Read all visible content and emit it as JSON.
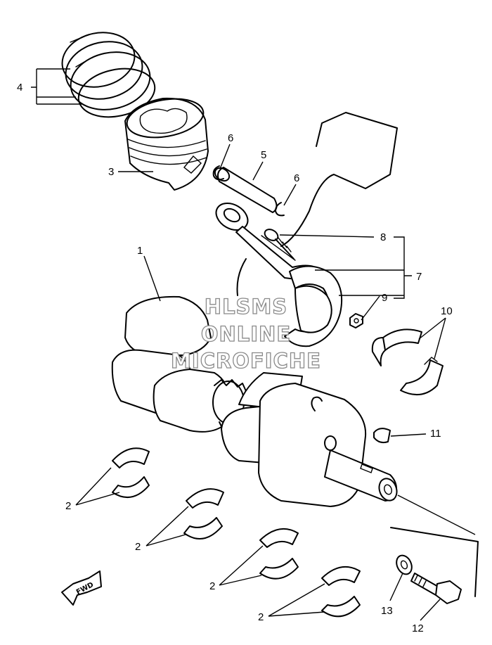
{
  "callouts": {
    "c1": "1",
    "c2a": "2",
    "c2b": "2",
    "c2c": "2",
    "c2d": "2",
    "c3": "3",
    "c4": "4",
    "c5": "5",
    "c6a": "6",
    "c6b": "6",
    "c7": "7",
    "c8": "8",
    "c9": "9",
    "c10": "10",
    "c11": "11",
    "c12": "12",
    "c13": "13"
  },
  "watermark": {
    "line1": "HLSMS",
    "line2": "ONLINE",
    "line3": "MICROFICHE"
  },
  "direction_arrow": {
    "label": "FWD"
  }
}
